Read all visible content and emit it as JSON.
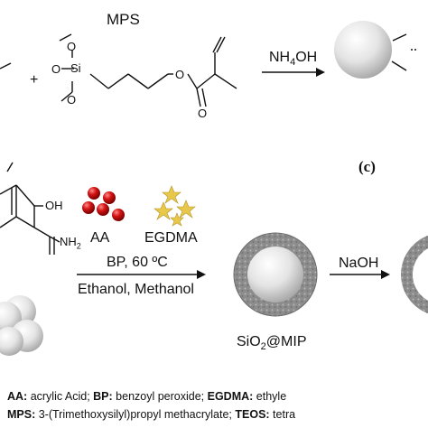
{
  "top_scheme": {
    "mps_label": "MPS",
    "plus_sign": "+",
    "reagent_main": "NH",
    "reagent_sub": "4",
    "reagent_tail": "OH",
    "si_atom": "Si",
    "o_atoms": [
      "O",
      "O",
      "O",
      "O",
      "O"
    ]
  },
  "panel_label": "(c)",
  "bottom_scheme": {
    "oh_group": "OH",
    "nh2_group": "NH",
    "nh2_sub": "2",
    "aa_label": "AA",
    "egdma_label": "EGDMA",
    "conditions_top": "BP, 60 ºC",
    "conditions_bottom": "Ethanol, Methanol",
    "naoh_label": "NaOH",
    "product_main": "SiO",
    "product_sub": "2",
    "product_tail": "@MIP"
  },
  "legend": {
    "line1": [
      {
        "abbr": "AA:",
        "full": " acrylic Acid; "
      },
      {
        "abbr": "BP:",
        "full": " benzoyl peroxide; "
      },
      {
        "abbr": "EGDMA:",
        "full": " ethyle"
      }
    ],
    "line2": [
      {
        "abbr": "MPS:",
        "full": " 3-(Trimethoxysilyl)propyl methacrylate; "
      },
      {
        "abbr": "TEOS:",
        "full": " tetra"
      }
    ]
  },
  "colors": {
    "aa_sphere": "#d41414",
    "egdma_star": "#e8c84a",
    "shell": "#8e8e8e",
    "core": "#e6e6e6"
  }
}
